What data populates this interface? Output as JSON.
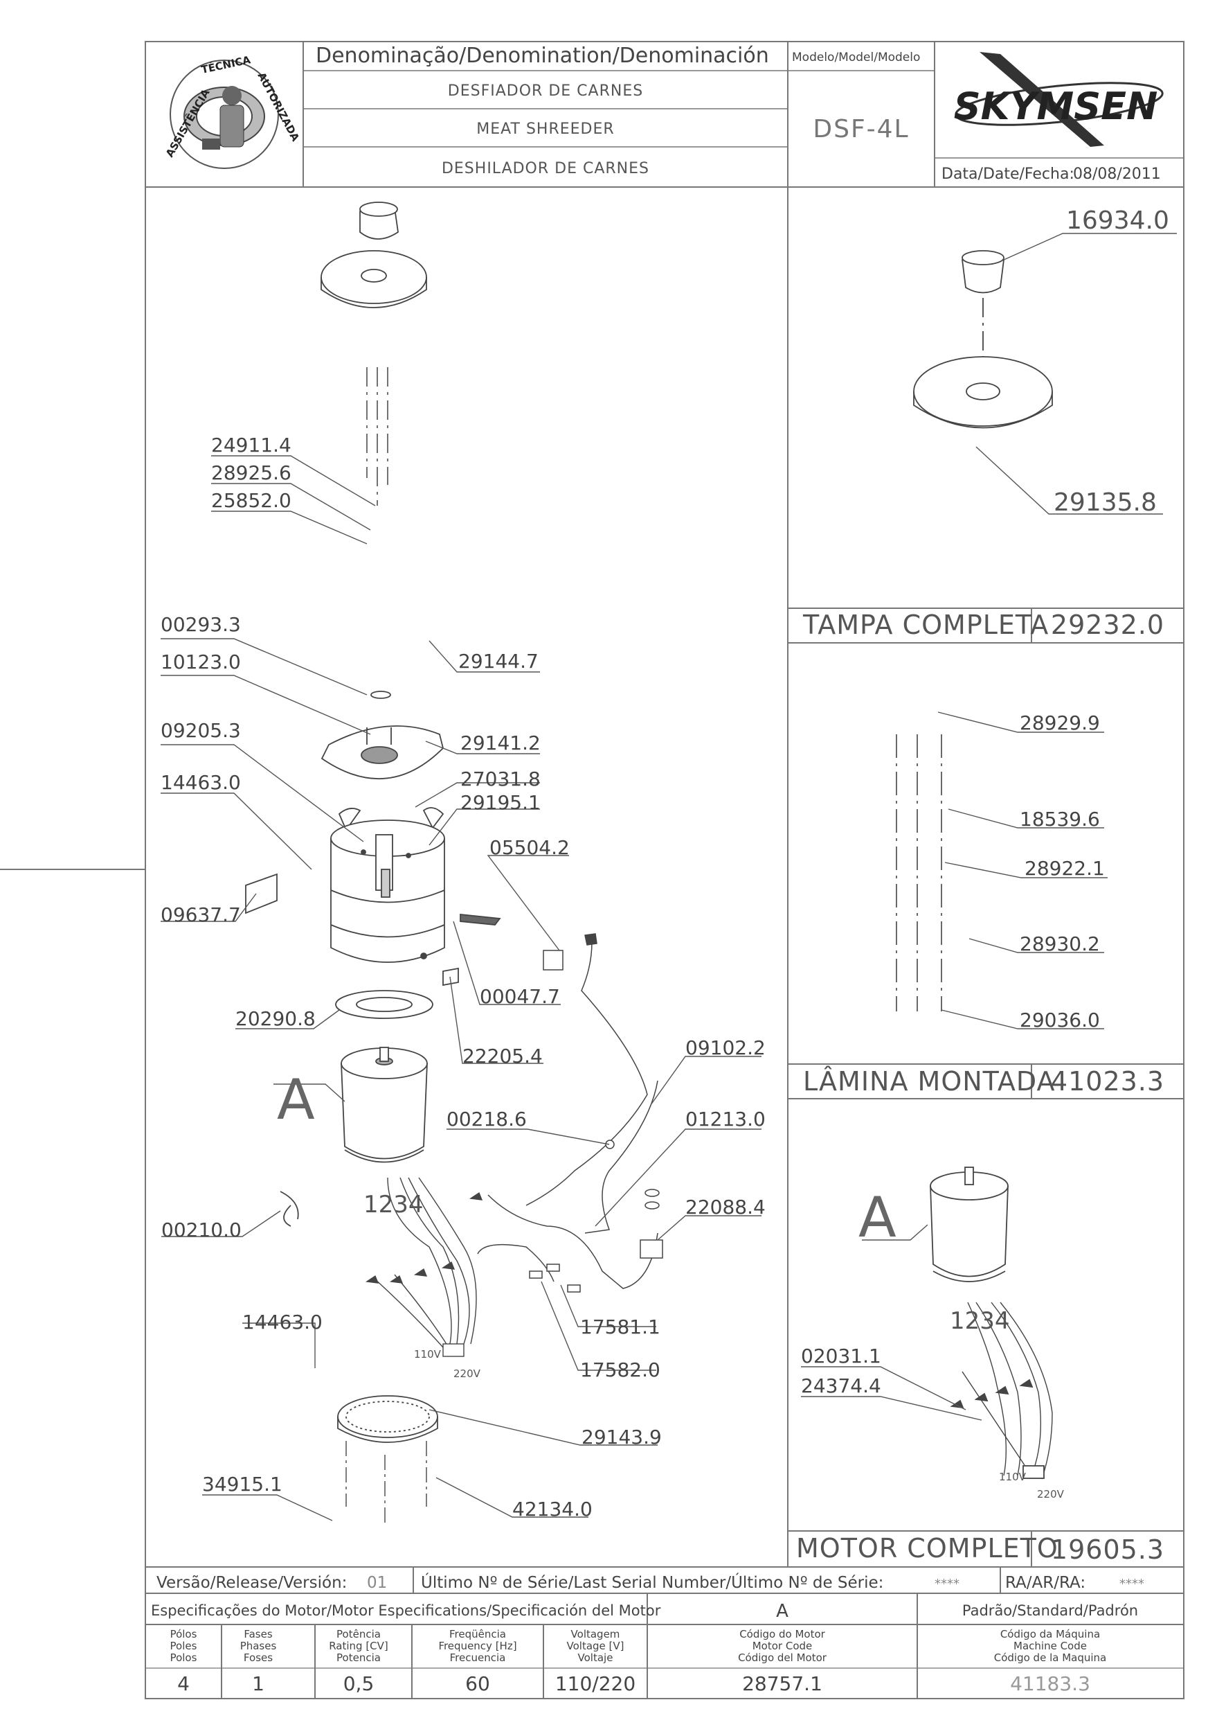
{
  "header": {
    "denomination_label": "Denominação/Denomination/Denominación",
    "model_label": "Modelo/Model/Modelo",
    "name_pt": "DESFIADOR DE CARNES",
    "name_en": "MEAT SHREEDER",
    "name_es": "DESHILADOR DE CARNES",
    "model": "DSF-4L",
    "brand": "SKYMSEN",
    "date_label": "Data/Date/Fecha:",
    "date": "08/08/2011",
    "logo_text_left": "ASSISTÊNCIA",
    "logo_text_mid": "TÉCNICA",
    "logo_text_right": "AUTORIZADA"
  },
  "main_parts": {
    "lid_side": [
      "24911.4",
      "28925.6",
      "25852.0"
    ],
    "top_left": [
      "00293.3",
      "10123.0",
      "09205.3",
      "14463.0",
      "09637.7"
    ],
    "top_right": [
      "29144.7",
      "29141.2",
      "27031.8",
      "29195.1"
    ],
    "mid": [
      "00047.7",
      "20290.8",
      "22205.4",
      "05504.2",
      "09102.2",
      "00218.6",
      "01213.0",
      "22088.4"
    ],
    "motor_label": "A",
    "lower": [
      "00210.0",
      "14463.0",
      "17581.1",
      "17582.0",
      "29143.9",
      "34915.1",
      "42134.0"
    ],
    "terminal_110": "110V",
    "terminal_220": "220V",
    "wire_numbers": "1234"
  },
  "panels": {
    "tampa": {
      "title": "TAMPA COMPLETA",
      "code": "29232.0",
      "parts": [
        "16934.0",
        "29135.8"
      ]
    },
    "lamina": {
      "title": "LÂMINA MONTADA",
      "code": "41023.3",
      "parts": [
        "28929.9",
        "18539.6",
        "28922.1",
        "28930.2",
        "29036.0"
      ]
    },
    "motor": {
      "title": "MOTOR COMPLETO",
      "code": "19605.3",
      "label": "A",
      "parts": [
        "02031.1",
        "24374.4"
      ],
      "terminal_110": "110V",
      "terminal_220": "220V"
    }
  },
  "footer": {
    "version_label": "Versão/Release/Versión:",
    "version": "01",
    "serial_label": "Último Nº de Série/Last Serial Number/Último Nº de Série:",
    "serial": "****",
    "ra_label": "RA/AR/RA:",
    "ra": "****",
    "spec_label": "Especificações do Motor/Motor Especifications/Specificación del Motor",
    "motor_letter": "A",
    "standard_label": "Padrão/Standard/Padrón",
    "columns": [
      {
        "l1": "Pólos",
        "l2": "Poles",
        "l3": "Polos",
        "value": "4"
      },
      {
        "l1": "Fases",
        "l2": "Phases",
        "l3": "Foses",
        "value": "1"
      },
      {
        "l1": "Potência",
        "l2": "Rating [CV]",
        "l3": "Potencia",
        "value": "0,5"
      },
      {
        "l1": "Freqüência",
        "l2": "Frequency [Hz]",
        "l3": "Frecuencia",
        "value": "60"
      },
      {
        "l1": "Voltagem",
        "l2": "Voltage [V]",
        "l3": "Voltaje",
        "value": "110/220"
      },
      {
        "l1": "Código do Motor",
        "l2": "Motor Code",
        "l3": "Código del Motor",
        "value": "28757.1"
      },
      {
        "l1": "Código da Máquina",
        "l2": "Machine Code",
        "l3": "Código de la Maquina",
        "value": "41183.3"
      }
    ]
  }
}
